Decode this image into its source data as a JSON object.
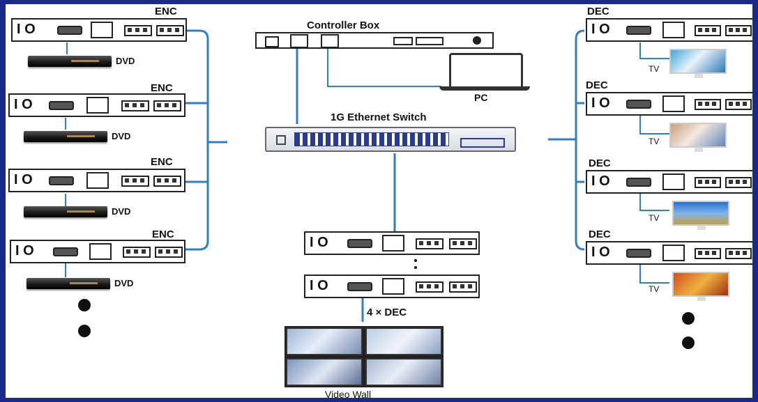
{
  "diagram": {
    "left_label": "ENC",
    "dvd_label": "DVD",
    "right_label": "DEC",
    "tv_label": "TV",
    "controller_label": "Controller Box",
    "pc_label": "PC",
    "switch_label": "1G Ethernet Switch",
    "dec_count_label": "4 × DEC",
    "video_wall_label": "Video Wall",
    "encoders": [
      {
        "label": "ENC",
        "source": "DVD"
      },
      {
        "label": "ENC",
        "source": "DVD"
      },
      {
        "label": "ENC",
        "source": "DVD"
      },
      {
        "label": "ENC",
        "source": "DVD"
      }
    ],
    "decoders": [
      {
        "label": "DEC",
        "display": "TV"
      },
      {
        "label": "DEC",
        "display": "TV"
      },
      {
        "label": "DEC",
        "display": "TV"
      },
      {
        "label": "DEC",
        "display": "TV"
      }
    ],
    "device_io_text": "I O",
    "line_color": "#2f7fc6",
    "frame_color": "#1a2a8a"
  }
}
